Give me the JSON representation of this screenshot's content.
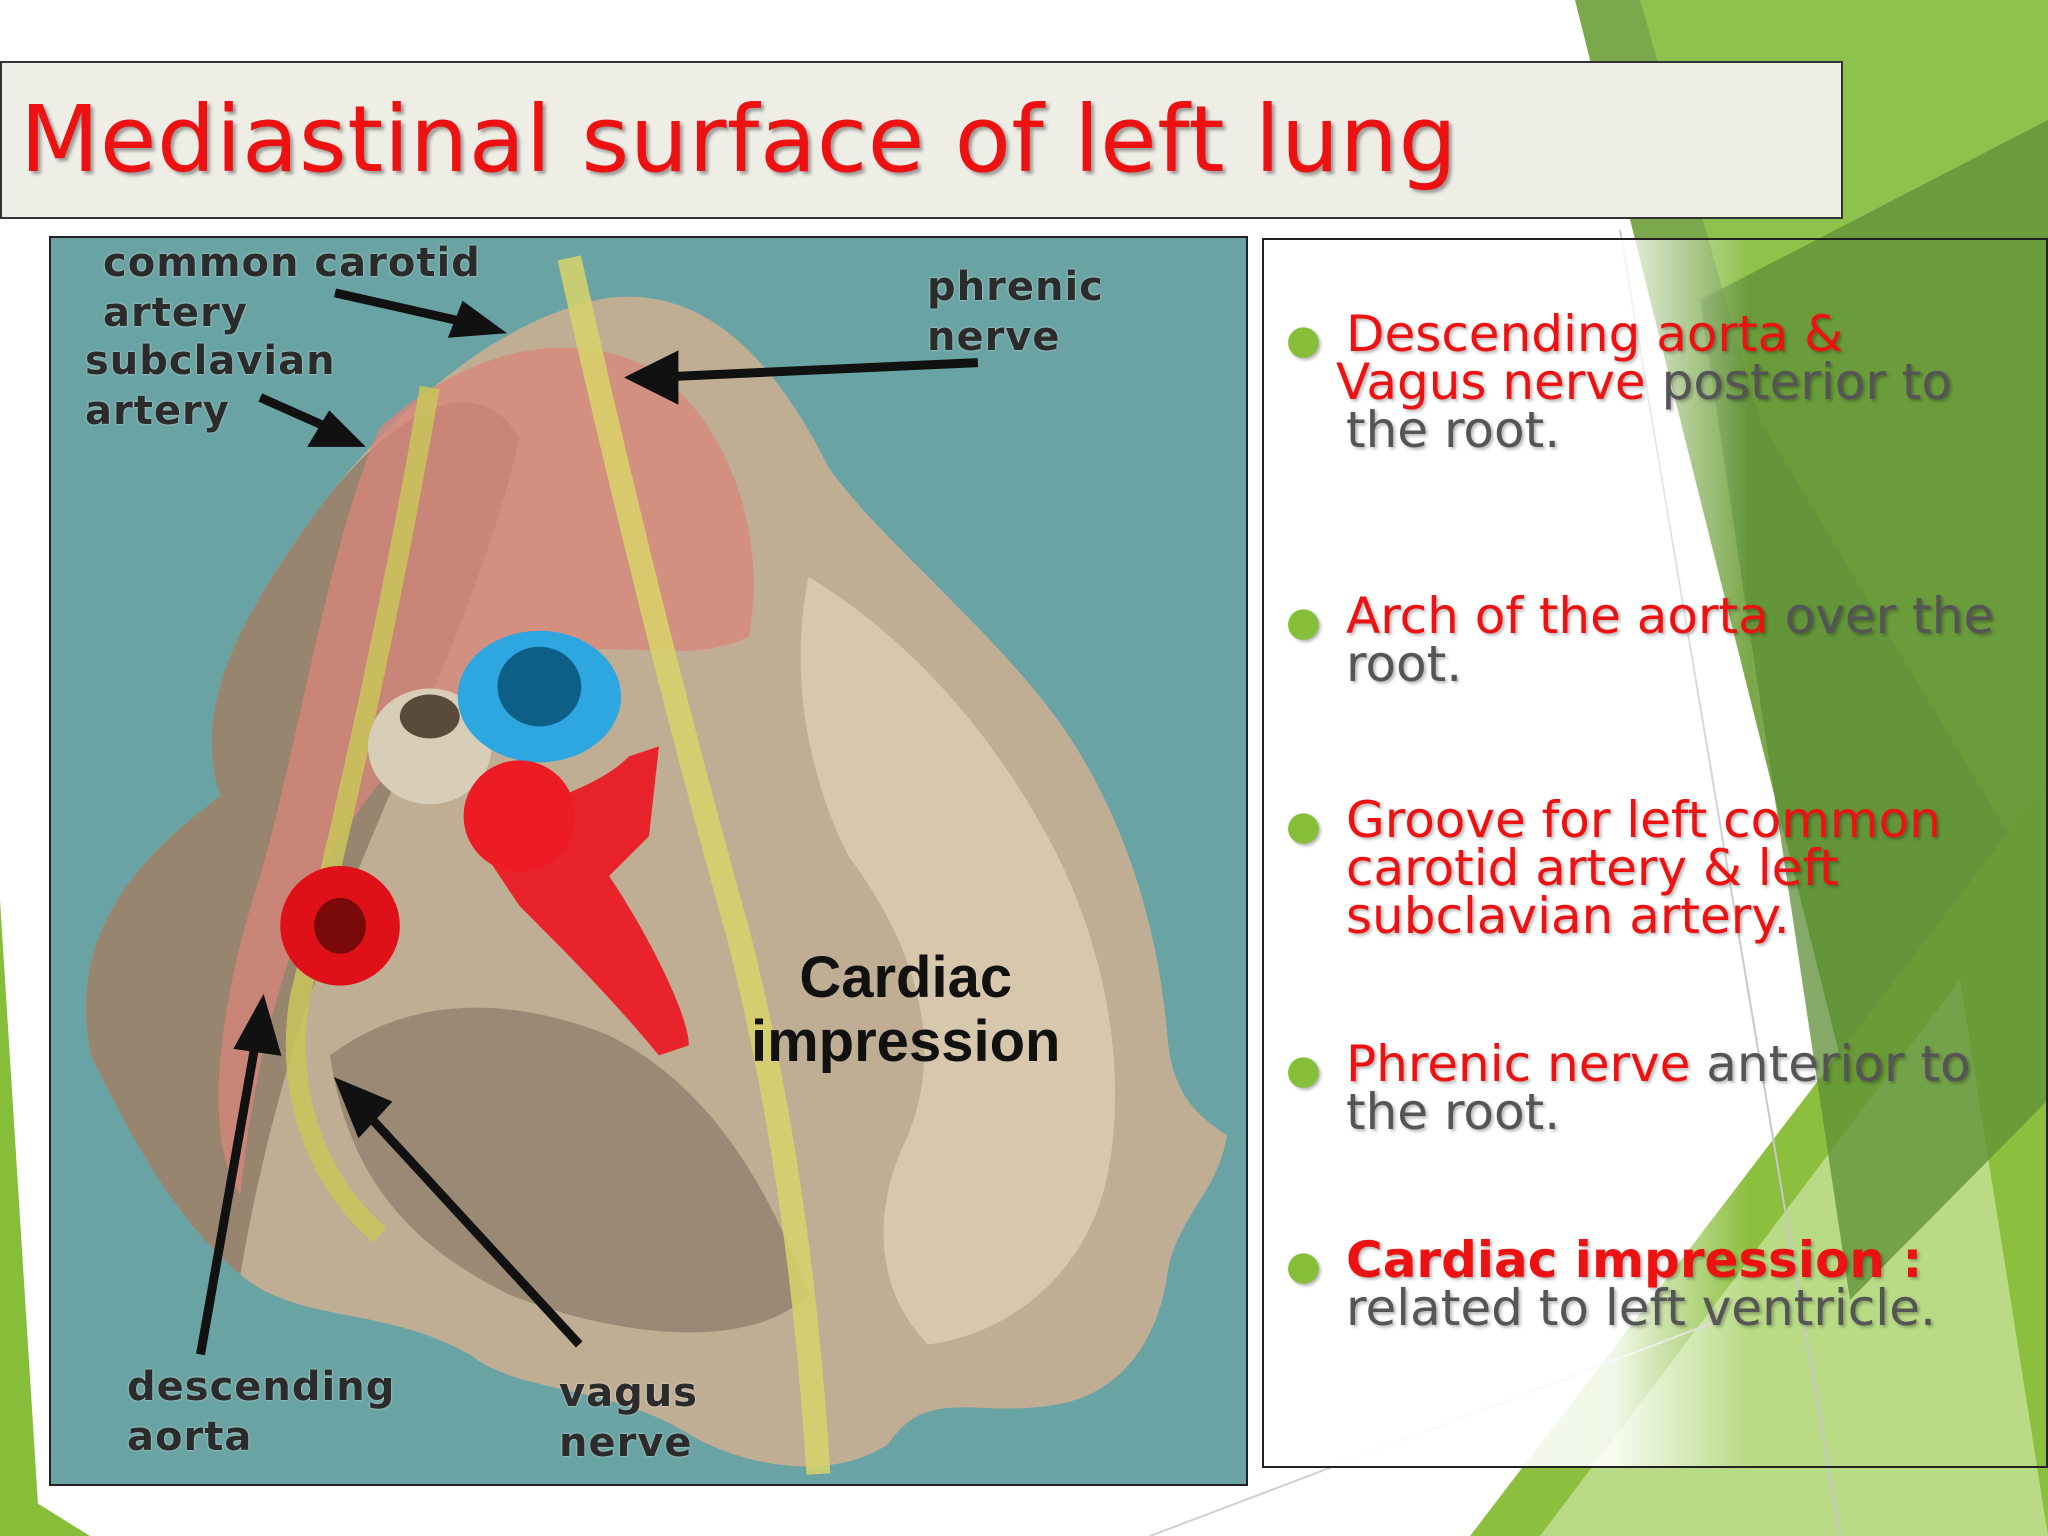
{
  "slide": {
    "title": "Mediastinal surface of  left lung",
    "colors": {
      "title_text": "#ee1111",
      "title_bg": "#eeede6",
      "accent_green": "#86be3a",
      "highlight_red": "#ee1111",
      "body_text": "#555555"
    }
  },
  "figure": {
    "labels": {
      "common_carotid": "common carotid\nartery",
      "subclavian": "subclavian\nartery",
      "phrenic": "phrenic\nnerve",
      "descending_aorta": "descending\naorta",
      "vagus": "vagus\nnerve",
      "cardiac": "Cardiac\nimpression"
    }
  },
  "notes": {
    "bullet_icon": "green-dot",
    "items": [
      {
        "highlight": "Descending aorta &",
        "highlight2": "Vagus nerve",
        "rest": " posterior to the root."
      },
      {
        "highlight": "Arch of the aorta",
        "rest": " over the root."
      },
      {
        "highlight": "Groove for left common carotid artery & left subclavian artery.",
        "rest": ""
      },
      {
        "highlight": "Phrenic nerve",
        "rest": " anterior to the root."
      },
      {
        "highlight": "Cardiac impression :",
        "rest": " related to left ventricle."
      }
    ]
  }
}
